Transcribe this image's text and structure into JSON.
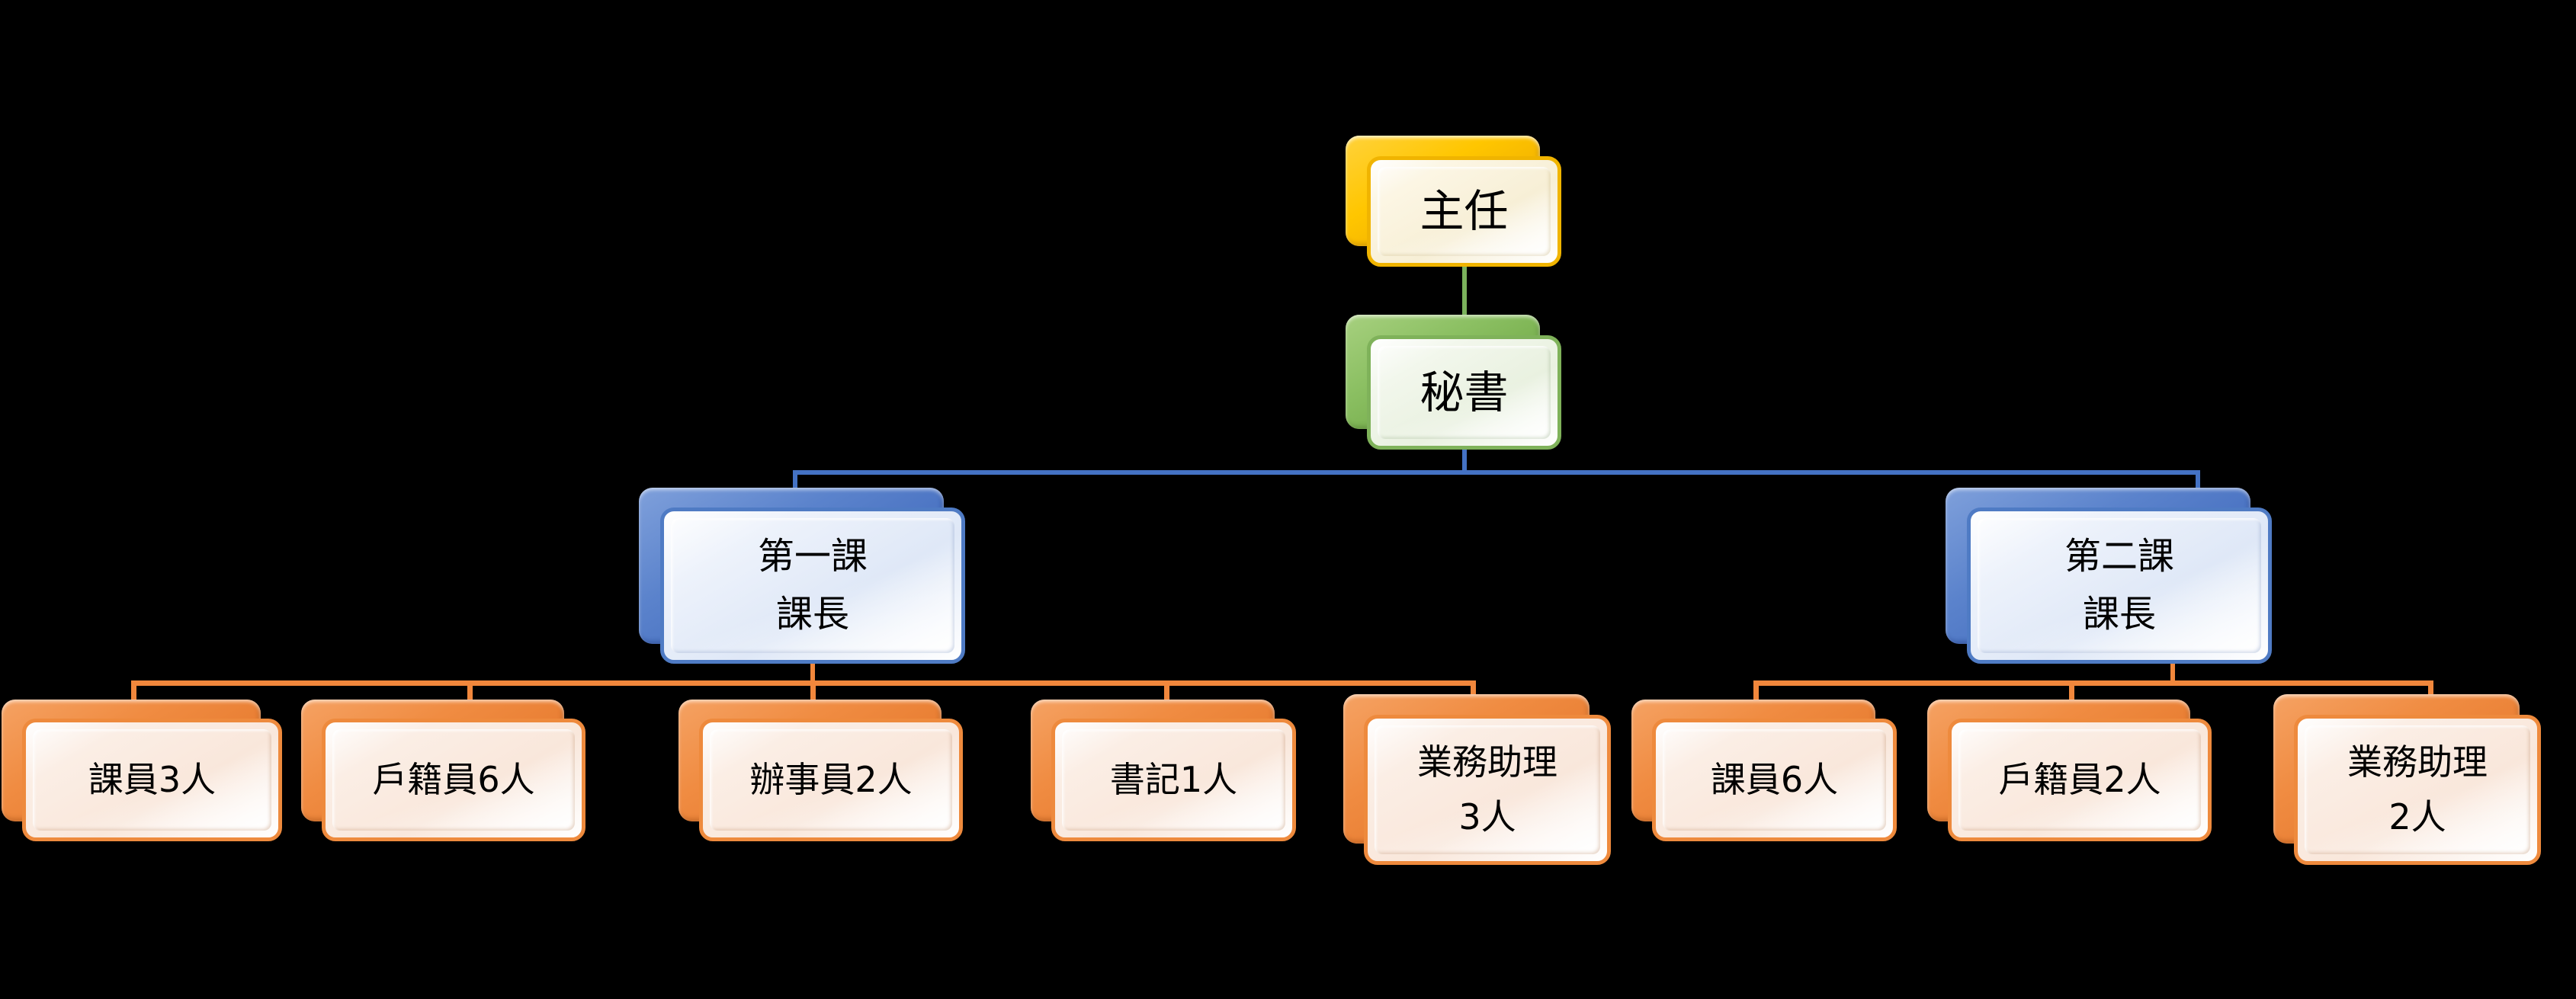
{
  "diagram": {
    "type": "org-chart",
    "title": "",
    "background_color": "#000000",
    "colors": {
      "director_accent": "#FFC600",
      "secretary_accent": "#8CC063",
      "section_chief_accent": "#4472C4",
      "staff_accent": "#F0873C",
      "connector_green": "#7BB25C",
      "connector_blue": "#4472C4",
      "connector_orange": "#F1873C",
      "card_face": "#FBEEE5",
      "text_color": "#000000"
    },
    "nodes": {
      "director": {
        "label": "主任",
        "level": 1,
        "accent": "#FFC600"
      },
      "secretary": {
        "label": "秘書",
        "level": 2,
        "accent": "#8CC063"
      },
      "section1_chief": {
        "line1": "第一課",
        "line2": "課長",
        "level": 3,
        "accent": "#4472C4"
      },
      "section2_chief": {
        "line1": "第二課",
        "line2": "課長",
        "level": 3,
        "accent": "#4472C4"
      }
    },
    "section1_staff": [
      {
        "line1": "課員3人",
        "line2": "",
        "role": "課員",
        "count": 3
      },
      {
        "line1": "戶籍員6人",
        "line2": "",
        "role": "戶籍員",
        "count": 6
      },
      {
        "line1": "辦事員2人",
        "line2": "",
        "role": "辦事員",
        "count": 2
      },
      {
        "line1": "書記1人",
        "line2": "",
        "role": "書記",
        "count": 1
      },
      {
        "line1": "業務助理",
        "line2": "3人",
        "role": "業務助理",
        "count": 3
      }
    ],
    "section2_staff": [
      {
        "line1": "課員6人",
        "line2": "",
        "role": "課員",
        "count": 6
      },
      {
        "line1": "戶籍員2人",
        "line2": "",
        "role": "戶籍員",
        "count": 2
      },
      {
        "line1": "業務助理",
        "line2": "2人",
        "role": "業務助理",
        "count": 2
      }
    ]
  }
}
